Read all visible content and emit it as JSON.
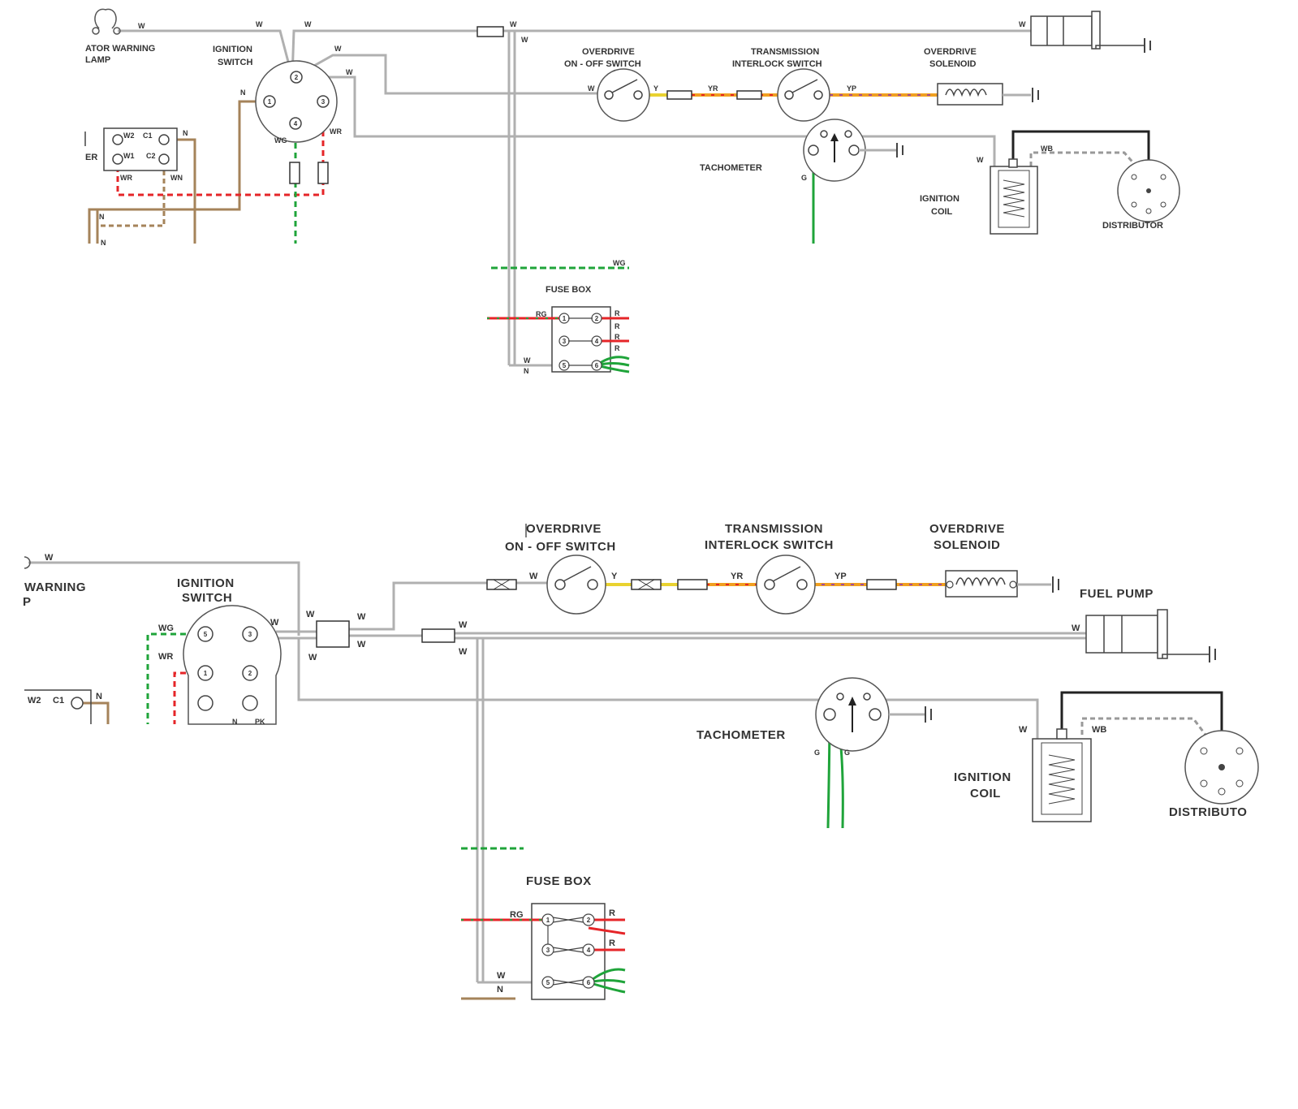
{
  "colors": {
    "white_wire": "#b0b0b0",
    "brown": "#a5835a",
    "green": "#1fa43a",
    "red": "#e52528",
    "yellow": "#e9d230",
    "orange": "#f0a020",
    "purple": "#a04aa0",
    "black": "#222222",
    "background": "#ffffff"
  },
  "top": {
    "warning_lamp": {
      "line1": "ATOR WARNING",
      "line2": "LAMP"
    },
    "ignition_switch": {
      "line1": "IGNITION",
      "line2": "SWITCH",
      "terminals": [
        "1",
        "2",
        "3",
        "4"
      ]
    },
    "overdrive_switch": {
      "line1": "OVERDRIVE",
      "line2": "ON - OFF SWITCH"
    },
    "interlock_switch": {
      "line1": "TRANSMISSION",
      "line2": "INTERLOCK SWITCH"
    },
    "overdrive_solenoid": {
      "line1": "OVERDRIVE",
      "line2": "SOLENOID"
    },
    "tachometer": "TACHOMETER",
    "ignition_coil": {
      "line1": "IGNITION",
      "line2": "COIL"
    },
    "distributor": "DISTRIBUTOR",
    "fuse_box": "FUSE BOX",
    "relay": {
      "w2": "W2",
      "c1": "C1",
      "w1": "W1",
      "c2": "C2",
      "er": "ER"
    },
    "fuse_terminals": [
      "1",
      "2",
      "3",
      "4",
      "5",
      "6"
    ],
    "codes": {
      "w": "W",
      "n": "N",
      "wg": "WG",
      "wr": "WR",
      "wn": "WN",
      "y": "Y",
      "yr": "YR",
      "yp": "YP",
      "g": "G",
      "wb": "WB",
      "rg": "RG",
      "r": "R"
    }
  },
  "bottom": {
    "warning_lamp": {
      "line1": "WARNING",
      "line2": "P"
    },
    "ignition_switch": {
      "line1": "IGNITION",
      "line2": "SWITCH",
      "terminals": [
        "5",
        "3",
        "1",
        "2"
      ]
    },
    "overdrive_switch": {
      "line1": "OVERDRIVE",
      "line2": "ON - OFF SWITCH"
    },
    "interlock_switch": {
      "line1": "TRANSMISSION",
      "line2": "INTERLOCK SWITCH"
    },
    "overdrive_solenoid": {
      "line1": "OVERDRIVE",
      "line2": "SOLENOID"
    },
    "fuel_pump": "FUEL PUMP",
    "tachometer": "TACHOMETER",
    "ignition_coil": {
      "line1": "IGNITION",
      "line2": "COIL"
    },
    "distributor": "DISTRIBUTO",
    "fuse_box": "FUSE BOX",
    "relay": {
      "w2": "W2",
      "c1": "C1"
    },
    "fuse_terminals": [
      "1",
      "2",
      "3",
      "4",
      "5",
      "6"
    ],
    "codes": {
      "w": "W",
      "n": "N",
      "wg": "WG",
      "wr": "WR",
      "pk": "PK",
      "y": "Y",
      "yr": "YR",
      "yp": "YP",
      "g": "G",
      "wb": "WB",
      "rg": "RG",
      "r": "R"
    }
  }
}
